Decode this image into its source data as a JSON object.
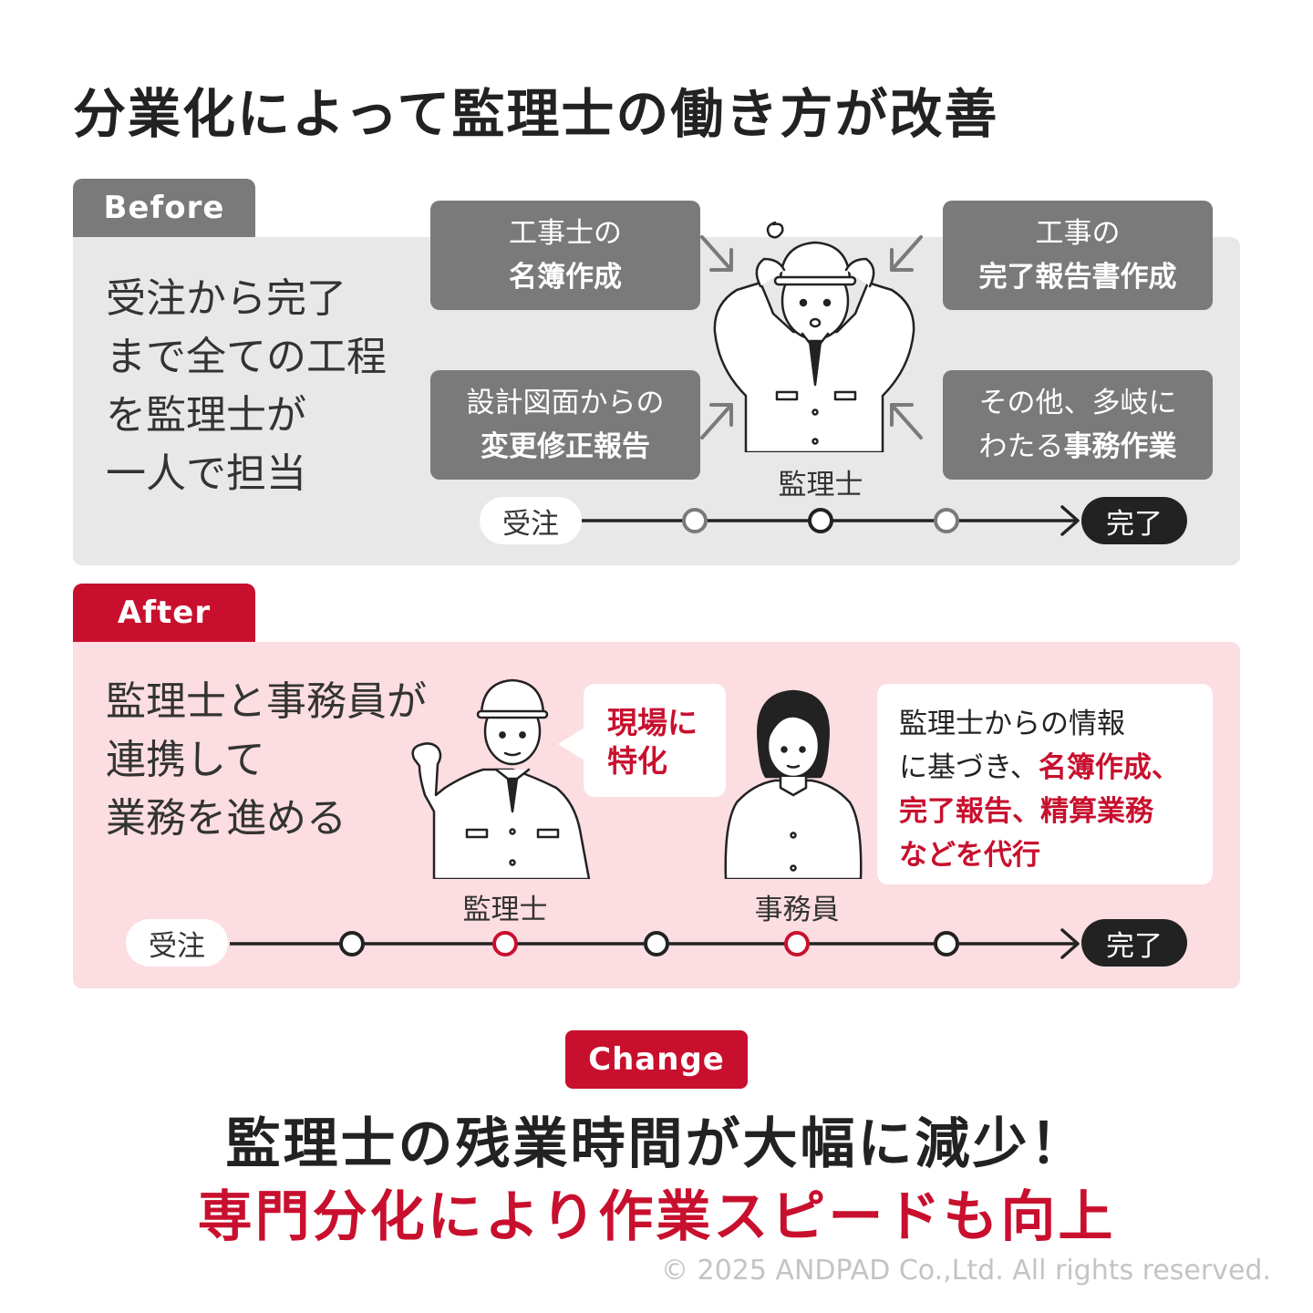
{
  "title": "分業化によって監理士の働き方が改善",
  "colors": {
    "accent": "#c8102e",
    "dark": "#222222",
    "grey_box": "#7a7a7a",
    "before_bg": "#e8e8e8",
    "after_bg": "#fcdde1"
  },
  "before": {
    "tab": "Before",
    "lead": [
      "受注から完了",
      "まで全ての工程",
      "を監理士が",
      "一人で担当"
    ],
    "boxes": [
      {
        "line1": "工事士の",
        "line2": "名簿作成"
      },
      {
        "line1": "工事の",
        "line2": "完了報告書作成"
      },
      {
        "line1": "設計図面からの",
        "line2": "変更修正報告"
      },
      {
        "line1_normal": "その他、多岐に",
        "line2_normal": "わたる",
        "line2_bold": "事務作業"
      }
    ],
    "person_label": "監理士",
    "person_icon": "confused-inspector-with-helmet-icon",
    "timeline": {
      "start": "受注",
      "end": "完了"
    }
  },
  "after": {
    "tab": "After",
    "lead": [
      "監理士と事務員が",
      "連携して",
      "業務を進める"
    ],
    "inspector_label": "監理士",
    "inspector_icon": "inspector-fist-pump-icon",
    "clerk_label": "事務員",
    "clerk_icon": "office-clerk-icon",
    "inspector_bubble": [
      "現場に",
      "特化"
    ],
    "clerk_bubble": {
      "line1": "監理士からの情報",
      "line2a": "に基づき、",
      "line2b": "名簿作成、",
      "line3": "完了報告、精算業務",
      "line4": "などを代行"
    },
    "timeline": {
      "start": "受注",
      "end": "完了"
    }
  },
  "change": {
    "tab": "Change",
    "headline1": "監理士の残業時間が大幅に減少！",
    "headline2": "専門分化により作業スピードも向上"
  },
  "copyright": "© 2025 ANDPAD Co.,Ltd. All rights reserved."
}
